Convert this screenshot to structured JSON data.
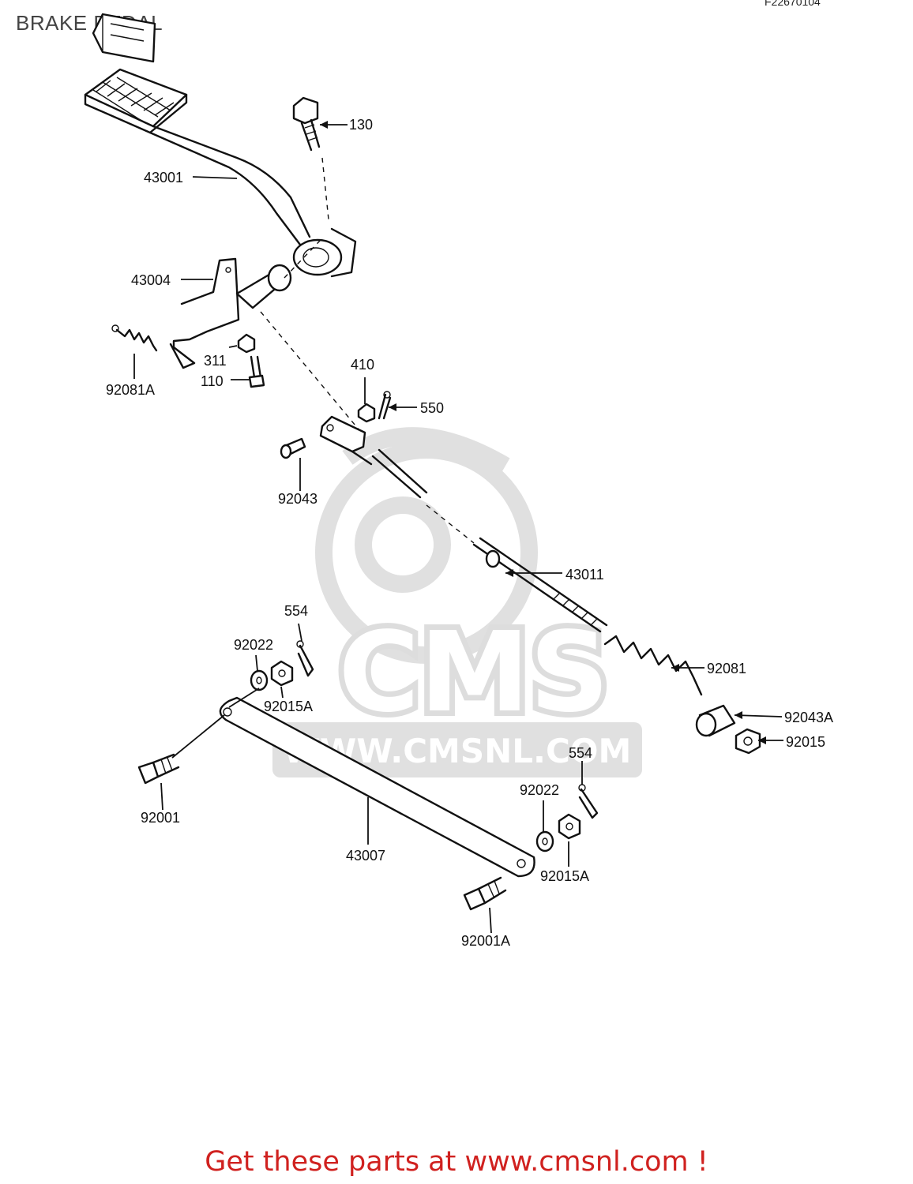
{
  "header": {
    "title": "BRAKE PEDAL",
    "diagram_code": "F22670104"
  },
  "watermark": {
    "brand": "CMS",
    "url": "WWW.CMSNL.COM",
    "color": "#dddddd"
  },
  "callouts": [
    {
      "id": "130",
      "text": "130"
    },
    {
      "id": "43001",
      "text": "43001"
    },
    {
      "id": "43004",
      "text": "43004"
    },
    {
      "id": "92081A",
      "text": "92081A"
    },
    {
      "id": "311",
      "text": "311"
    },
    {
      "id": "110",
      "text": "110"
    },
    {
      "id": "410",
      "text": "410"
    },
    {
      "id": "550",
      "text": "550"
    },
    {
      "id": "92043",
      "text": "92043"
    },
    {
      "id": "43011",
      "text": "43011"
    },
    {
      "id": "554a",
      "text": "554"
    },
    {
      "id": "92022a",
      "text": "92022"
    },
    {
      "id": "92015Aa",
      "text": "92015A"
    },
    {
      "id": "92081",
      "text": "92081"
    },
    {
      "id": "92043A",
      "text": "92043A"
    },
    {
      "id": "92015",
      "text": "92015"
    },
    {
      "id": "92001",
      "text": "92001"
    },
    {
      "id": "554b",
      "text": "554"
    },
    {
      "id": "92022b",
      "text": "92022"
    },
    {
      "id": "43007",
      "text": "43007"
    },
    {
      "id": "92015Ab",
      "text": "92015A"
    },
    {
      "id": "92001A",
      "text": "92001A"
    }
  ],
  "footer": {
    "cta": "Get these parts at www.cmsnl.com !",
    "color": "#d0211f"
  }
}
